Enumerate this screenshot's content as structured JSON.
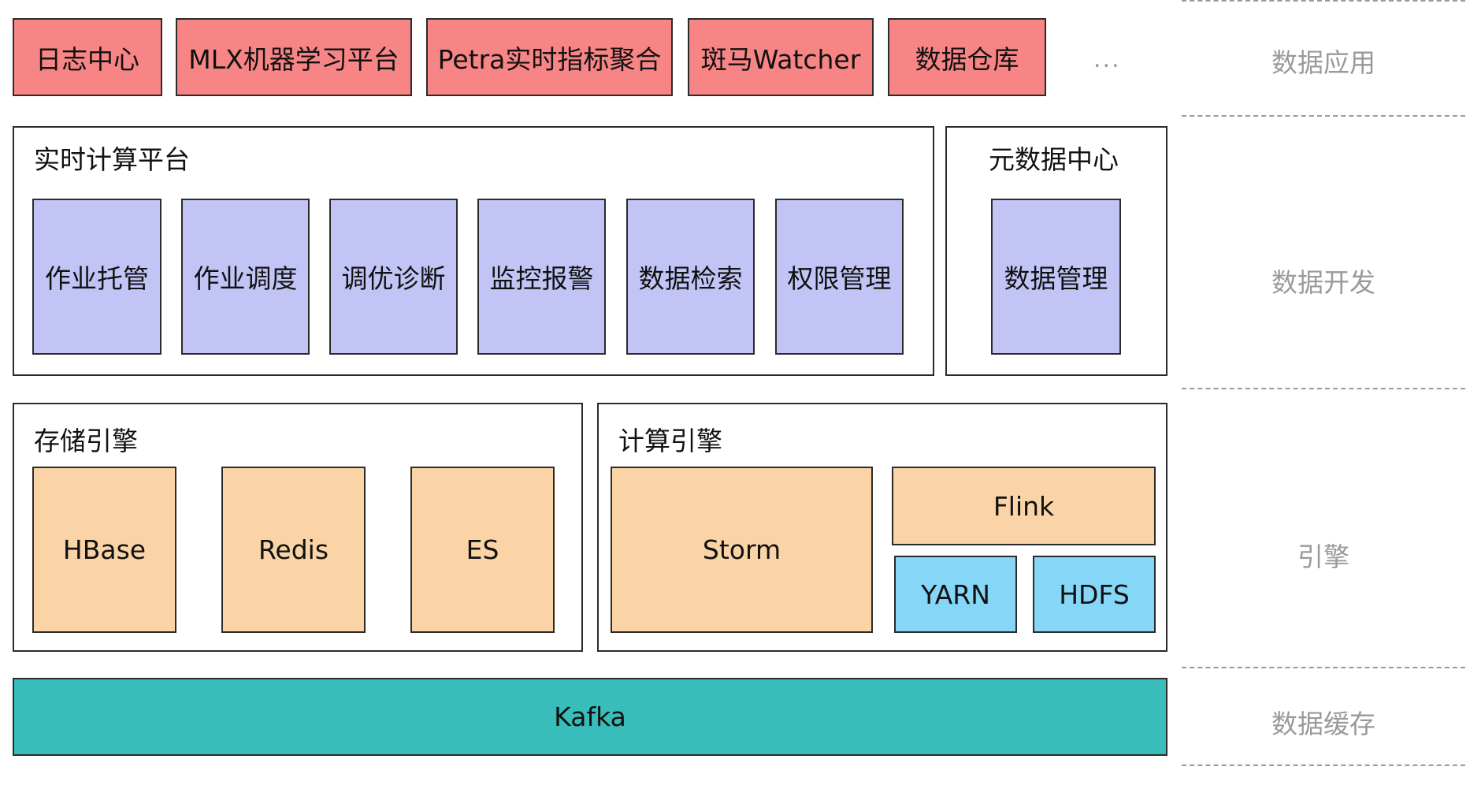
{
  "apps": [
    "日志中心",
    "MLX机器学习平台",
    "Petra实时指标聚合",
    "斑马Watcher",
    "数据仓库"
  ],
  "apps_more": "...",
  "realtime_platform": {
    "title": "实时计算平台",
    "modules": [
      "作业托管",
      "作业调度",
      "调优诊断",
      "监控报警",
      "数据检索",
      "权限管理"
    ]
  },
  "metadata_center": {
    "title": "元数据中心",
    "modules": [
      "数据管理"
    ]
  },
  "storage_engine": {
    "title": "存储引擎",
    "items": [
      "HBase",
      "Redis",
      "ES"
    ]
  },
  "compute_engine": {
    "title": "计算引擎",
    "storm": "Storm",
    "flink": "Flink",
    "yarn": "YARN",
    "hdfs": "HDFS"
  },
  "cache": "Kafka",
  "layers": [
    "数据应用",
    "数据开发",
    "引擎",
    "数据缓存"
  ],
  "colors": {
    "app": "#f88585",
    "module": "#c2c4f6",
    "engine": "#fad4a6",
    "infra": "#86d6f7",
    "cache": "#38bdbb"
  }
}
